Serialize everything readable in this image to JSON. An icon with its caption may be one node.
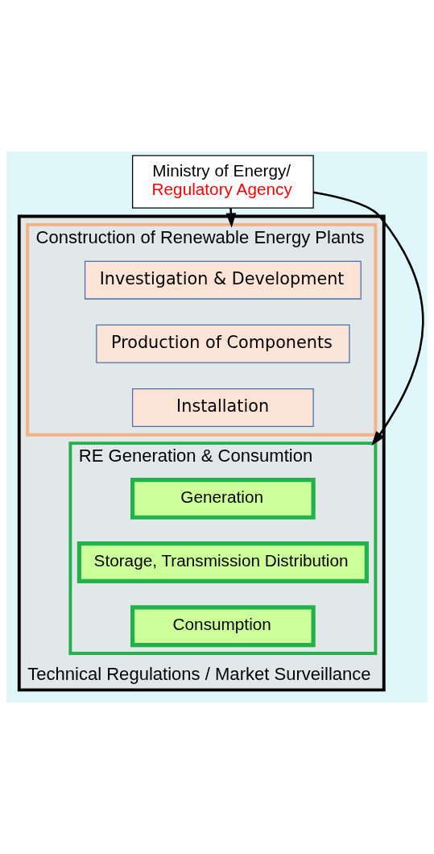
{
  "diagram": {
    "nodes": [
      {
        "text": [
          "Ministry of Energy/",
          "Regulatory Agency"
        ]
      },
      {
        "text": [
          "Technical Regulations / Market Surveillance"
        ]
      },
      {
        "text": [
          "Construction of Renewable Energy Plants"
        ],
        "in": 1
      },
      {
        "text": [
          "Investigation & Development"
        ],
        "in": 2
      },
      {
        "text": [
          "Production of Components"
        ],
        "in": 2
      },
      {
        "text": [
          "Installation"
        ],
        "in": 2
      },
      {
        "text": [
          "RE Generation & Consumtion"
        ],
        "in": 1
      },
      {
        "text": [
          "Generation"
        ],
        "in": 6
      },
      {
        "text": [
          "Storage, Transmission Distribution"
        ],
        "in": 6
      },
      {
        "text": [
          "Consumption"
        ],
        "in": 6
      }
    ],
    "edges": [
      {
        "from": 0,
        "to": 2,
        "arrow": "to"
      },
      {
        "from": 0,
        "to": 6,
        "arrow": "to"
      }
    ]
  }
}
